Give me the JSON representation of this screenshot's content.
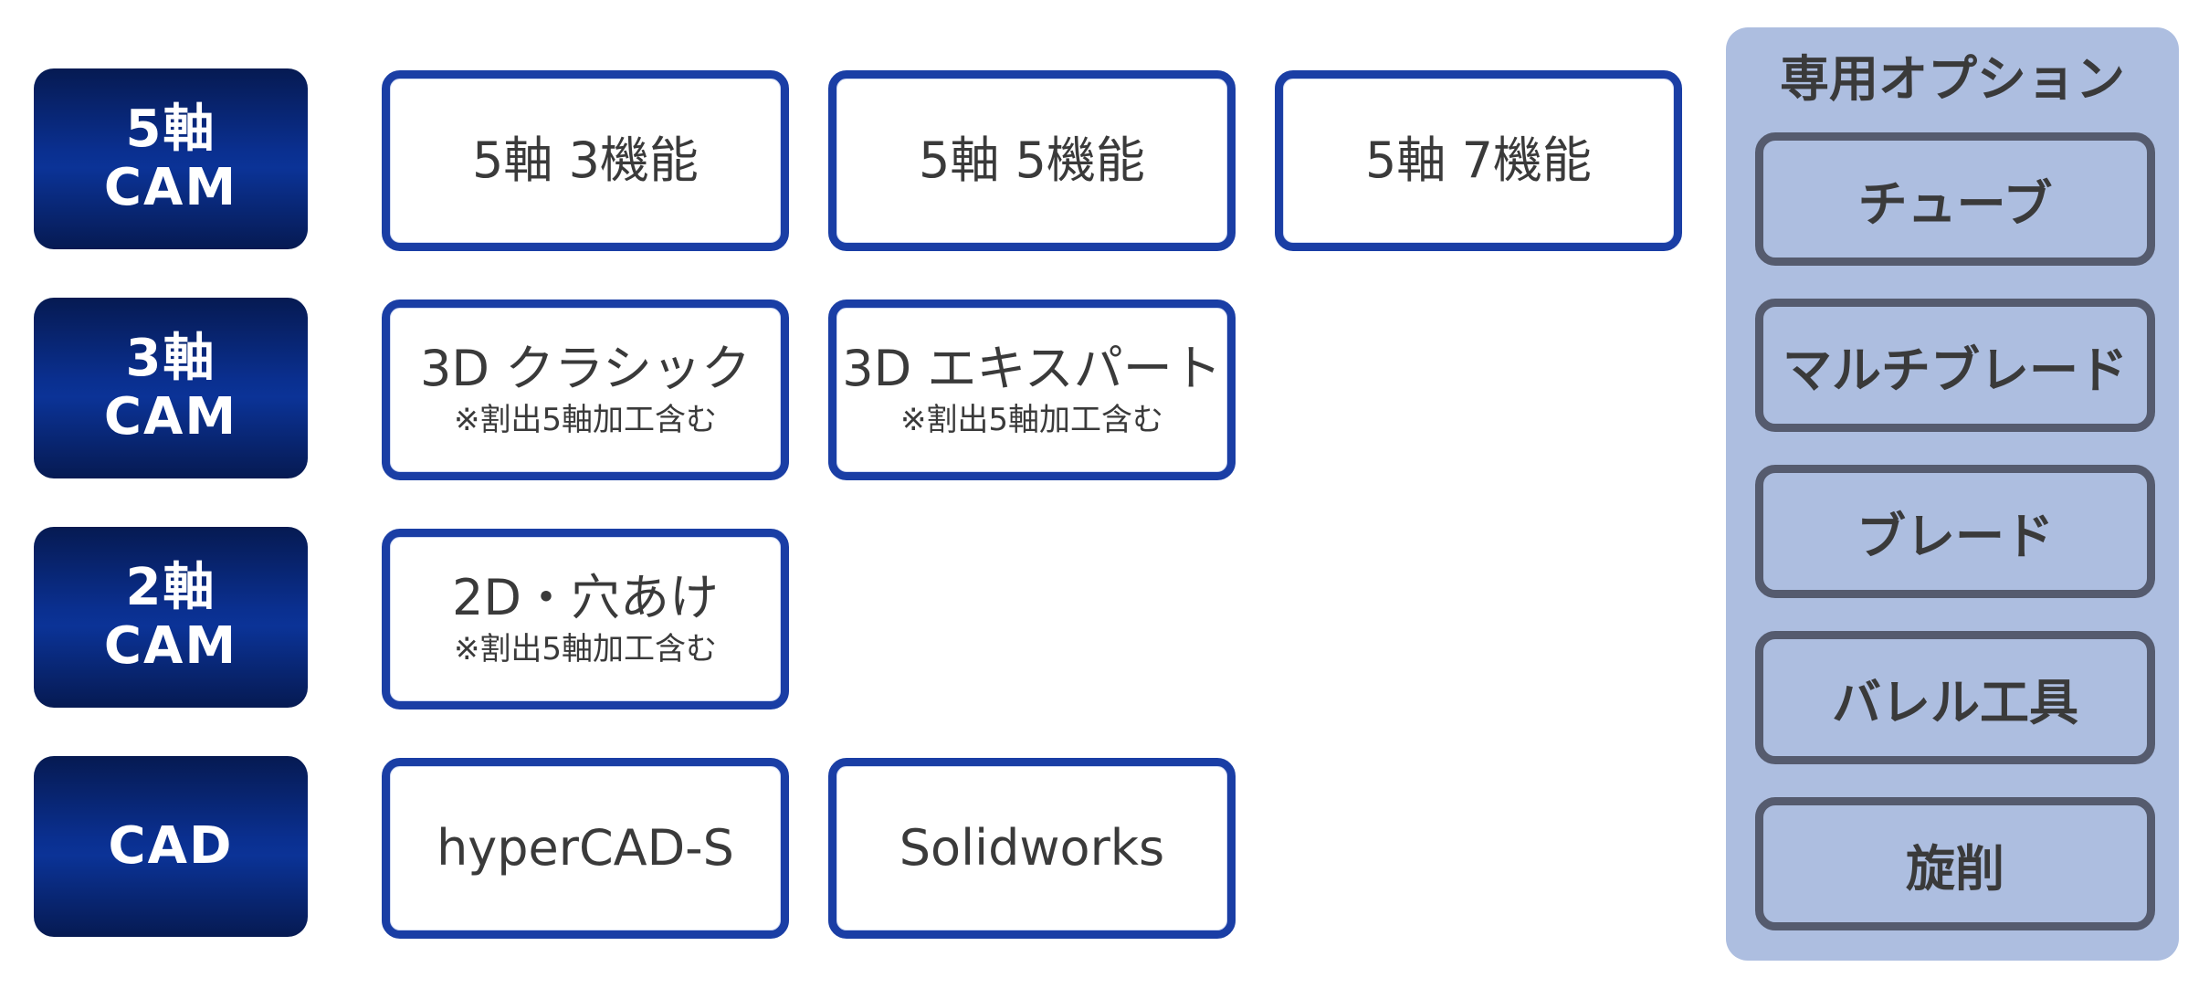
{
  "categories": [
    {
      "line1": "5軸",
      "line2": "CAM"
    },
    {
      "line1": "3軸",
      "line2": "CAM"
    },
    {
      "line1": "2軸",
      "line2": "CAM"
    },
    {
      "line1": "CAD",
      "line2": ""
    }
  ],
  "products": {
    "row5": [
      {
        "main": "5軸 3機能",
        "sub": ""
      },
      {
        "main": "5軸 5機能",
        "sub": ""
      },
      {
        "main": "5軸 7機能",
        "sub": ""
      }
    ],
    "row3": [
      {
        "main": "3D クラシック",
        "sub": "※割出5軸加工含む"
      },
      {
        "main": "3D エキスパート",
        "sub": "※割出5軸加工含む"
      }
    ],
    "row2": [
      {
        "main": "2D・穴あけ",
        "sub": "※割出5軸加工含む"
      }
    ],
    "rowCad": [
      {
        "main": "hyperCAD-S",
        "sub": ""
      },
      {
        "main": "Solidworks",
        "sub": ""
      }
    ]
  },
  "options": {
    "title": "専用オプション",
    "items": [
      "チューブ",
      "マルチブレード",
      "ブレード",
      "バレル工具",
      "旋削"
    ]
  },
  "colors": {
    "category_bg": "#0a2f8f",
    "product_border": "#1a3ea5",
    "option_panel_bg": "#adbee0",
    "option_border": "#555b6e"
  }
}
